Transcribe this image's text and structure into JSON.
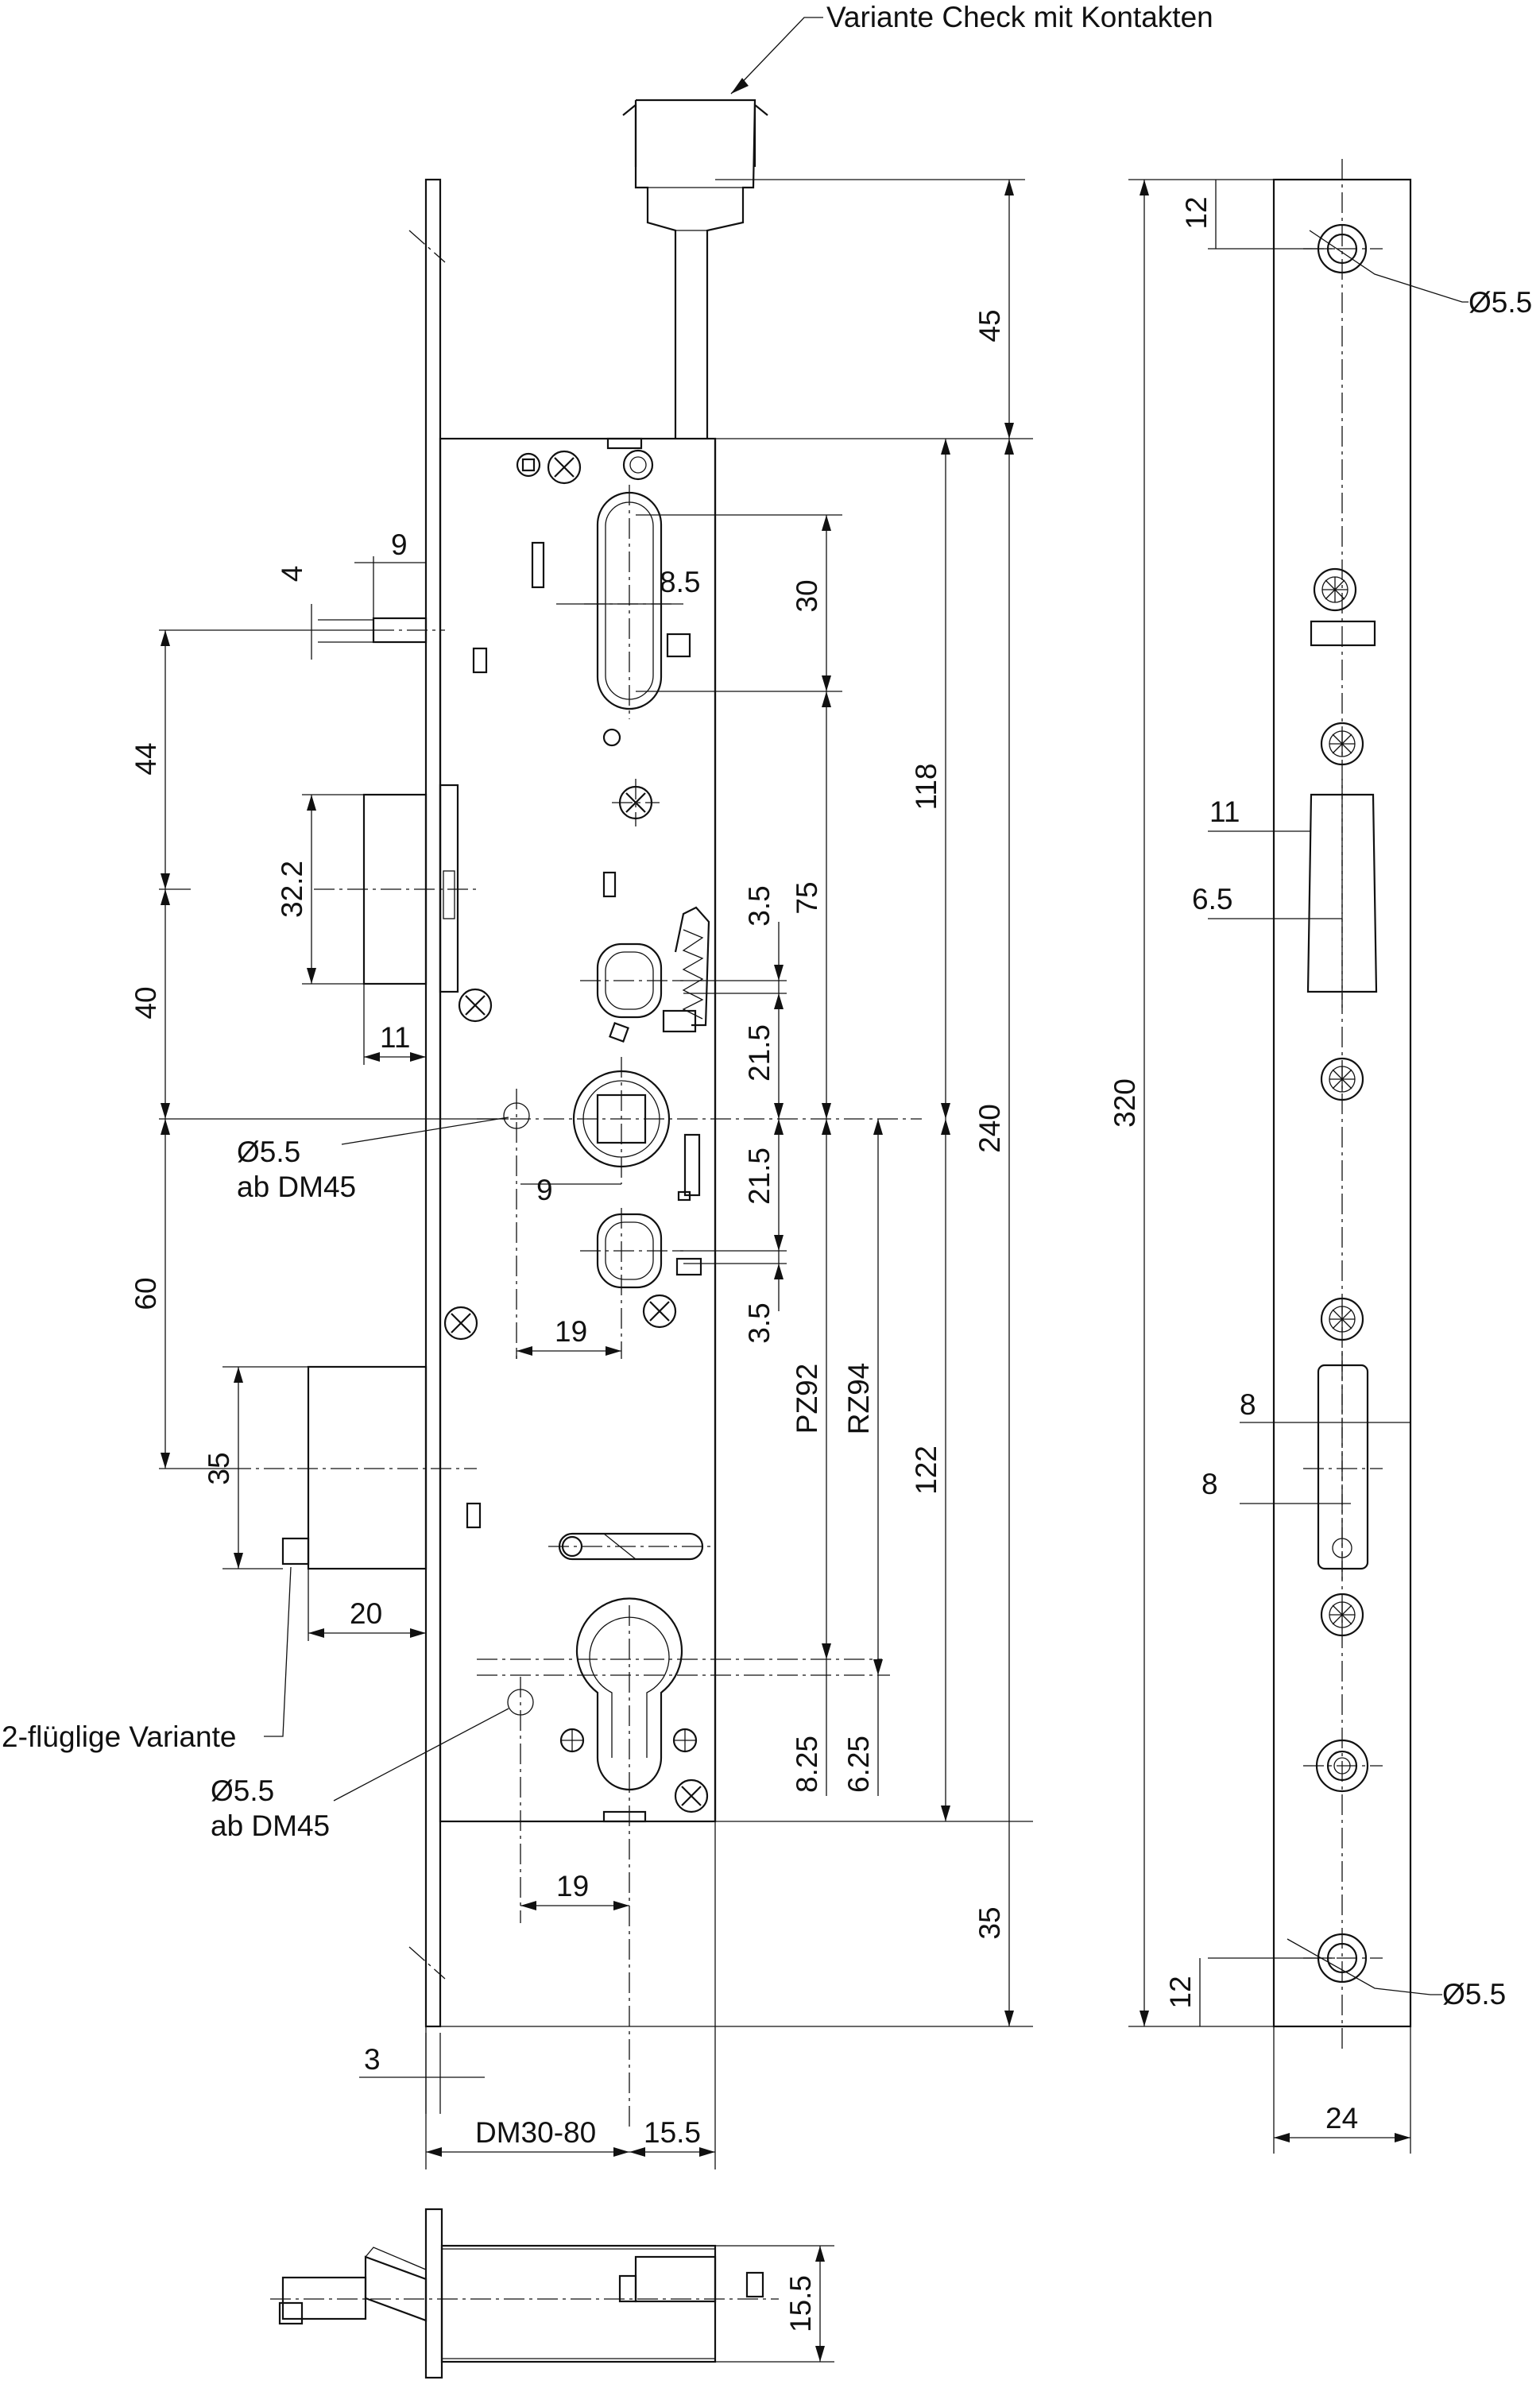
{
  "callouts": {
    "check_variant": "Variante Check mit Kontakten",
    "hole_upper": "Ø5.5",
    "hole_upper_note": "ab DM45",
    "hole_lower": "Ø5.5",
    "hole_lower_note": "ab DM45",
    "two_leaf": "2-flüglige Variante",
    "faceplate_hole_top": "Ø5.5",
    "faceplate_hole_bottom": "Ø5.5"
  },
  "dimensions": {
    "top_45": "45",
    "bottom_35": "35",
    "h_118": "118",
    "h_240": "240",
    "h_122": "122",
    "v_30": "30",
    "v_75": "75",
    "slot_8_5": "8.5",
    "v_3_5_upper": "3.5",
    "v_21_5_upper": "21.5",
    "v_21_5_lower": "21.5",
    "v_3_5_lower": "3.5",
    "pz92": "PZ92",
    "rz94": "RZ94",
    "v_8_25": "8.25",
    "v_6_25": "6.25",
    "latch_9": "9",
    "latch_4": "4",
    "left_44": "44",
    "left_32_2": "32.2",
    "left_40": "40",
    "left_11": "11",
    "left_60": "60",
    "left_35": "35",
    "bolt_20": "20",
    "center_9": "9",
    "center_19_upper": "19",
    "center_19_lower": "19",
    "face_3": "3",
    "backset": "DM30-80",
    "offset_15_5": "15.5",
    "plate_320": "320",
    "plate_12_top": "12",
    "plate_12_bottom": "12",
    "plate_11": "11",
    "plate_6_5": "6.5",
    "plate_8_a": "8",
    "plate_8_b": "8",
    "plate_24": "24",
    "side_15_5": "15.5"
  }
}
